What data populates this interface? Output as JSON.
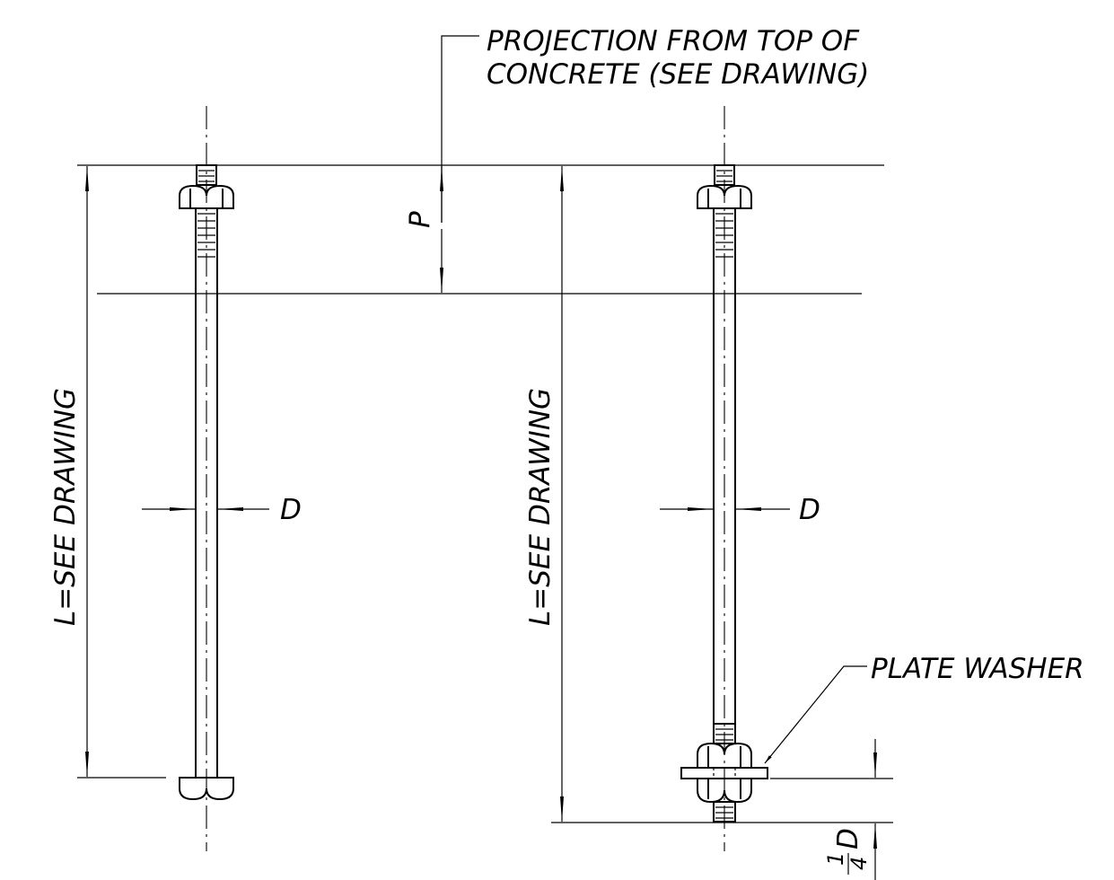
{
  "labels": {
    "projection_line1": "PROJECTION FROM TOP OF",
    "projection_line2": "CONCRETE (SEE DRAWING)",
    "p_dim": "P",
    "length_left": "L=SEE DRAWING",
    "length_right": "L=SEE DRAWING",
    "diameter_left": "D",
    "diameter_right": "D",
    "plate_washer": "PLATE WASHER",
    "quarter_numerator": "1",
    "quarter_denominator": "4",
    "quarter_d": "D"
  }
}
